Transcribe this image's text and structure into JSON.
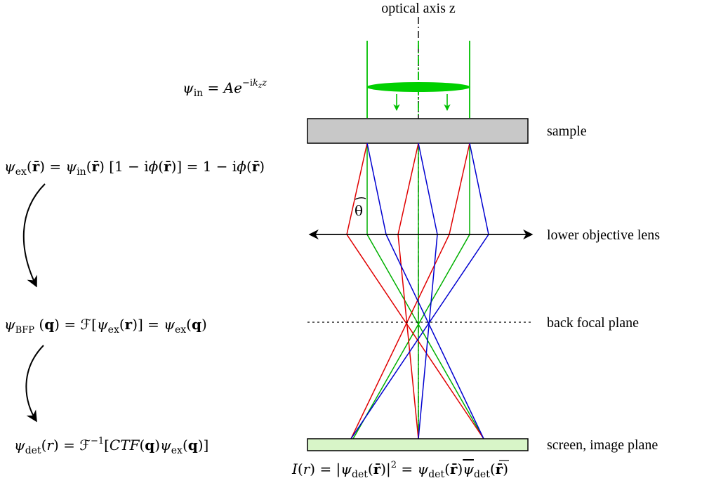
{
  "labels": {
    "optical_axis": "optical axis z",
    "sample": "sample",
    "lower_objective": "lower objective lens",
    "back_focal_plane": "back focal plane",
    "screen": "screen, image plane",
    "theta": "θ"
  },
  "equations": {
    "psi_in": "ψin = Ae^(−ikz z)",
    "psi_ex": "ψex(r̄) = ψin(r̄) [1 − iφ(r̄)] = 1 − iφ(r̄)",
    "psi_bfp": "ψBFP (q) = ℱ[ψex(r)] = ψex(q)",
    "psi_det": "ψdet(r) = ℱ⁻¹[CTF(q)ψex(q)]",
    "intensity": "I(r) = |ψdet(r̄)|² = ψdet(r̄)ψ̄det(r̄)"
  },
  "colors": {
    "incident_beam": "#00c000",
    "ray_red": "#e00000",
    "ray_green": "#00b000",
    "ray_blue": "#0000d0",
    "sample_fill": "#c8c8c8",
    "screen_fill": "#d8f5c8"
  }
}
